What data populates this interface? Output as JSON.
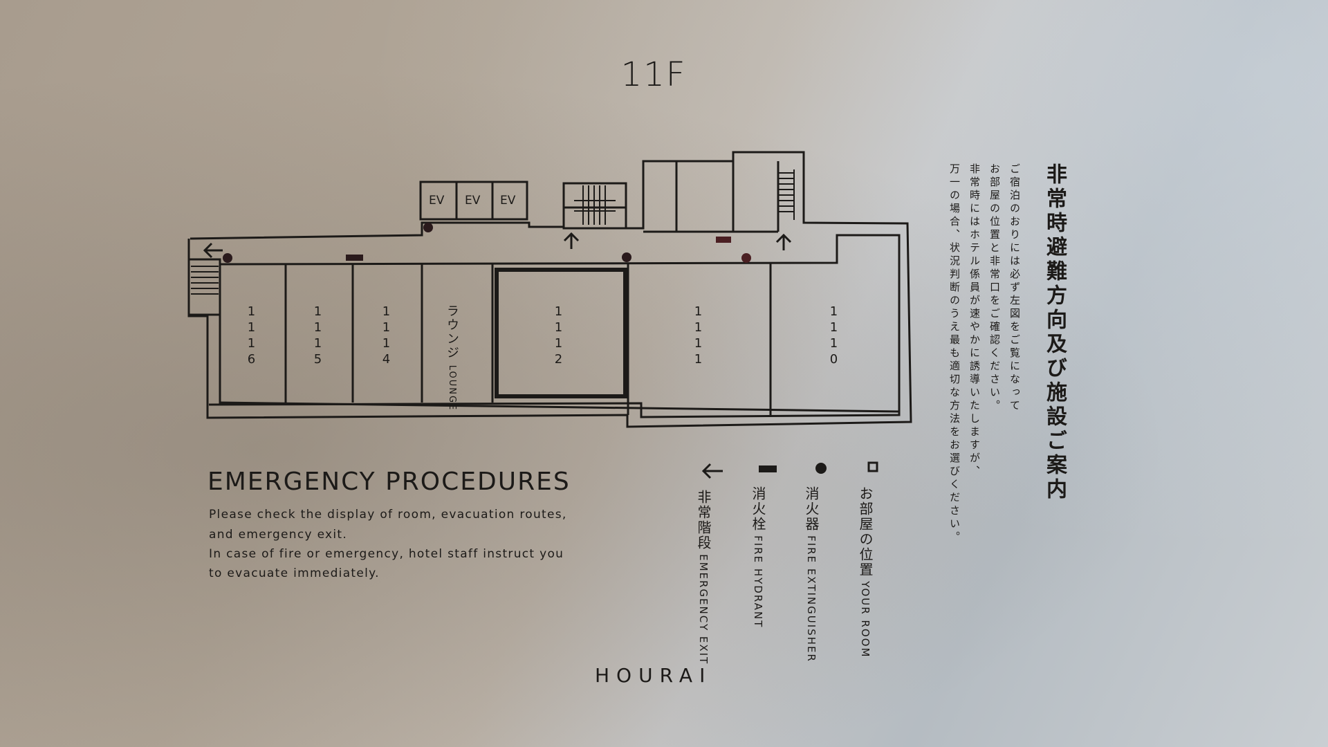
{
  "floor_title": "11F",
  "elevators": [
    "EV",
    "EV",
    "EV"
  ],
  "rooms": [
    {
      "number": "1116"
    },
    {
      "number": "1115"
    },
    {
      "number": "1114"
    },
    {
      "number": "1112"
    },
    {
      "number": "1111"
    },
    {
      "number": "1110"
    }
  ],
  "lounge": {
    "jp": "ラウンジ",
    "en": "LOUNGE"
  },
  "emergency": {
    "heading": "EMERGENCY PROCEDURES",
    "lines": [
      "Please check the display of room, evacuation routes,",
      "and emergency exit.",
      "In case of fire or emergency, hotel staff instruct you",
      "to evacuate immediately."
    ]
  },
  "legend": [
    {
      "icon": "square-icon",
      "jp": "お部屋の位置",
      "en": "YOUR ROOM"
    },
    {
      "icon": "dot-icon",
      "jp": "消火器",
      "en": "FIRE EXTINGUISHER"
    },
    {
      "icon": "bar-icon",
      "jp": "消火栓",
      "en": "FIRE HYDRANT"
    },
    {
      "icon": "arrow-left-icon",
      "jp": "非常階段",
      "en": "EMERGENCY EXIT"
    }
  ],
  "japanese_notice": {
    "title": "非常時避難方向及び施設ご案内",
    "body": [
      "ご宿泊のおりには必ず左図をご覧になって",
      "お部屋の位置と非常口をご確認ください。",
      "非常時にはホテル係員が速やかに誘導いたしますが、",
      "万一の場合、状況判断のうえ最も適切な方法をお選びください。"
    ]
  },
  "brand": "HOURAI",
  "colors": {
    "line": "#1c1a18",
    "hydrant": "#4a1f22",
    "extinguisher": "#2a1a1c"
  }
}
